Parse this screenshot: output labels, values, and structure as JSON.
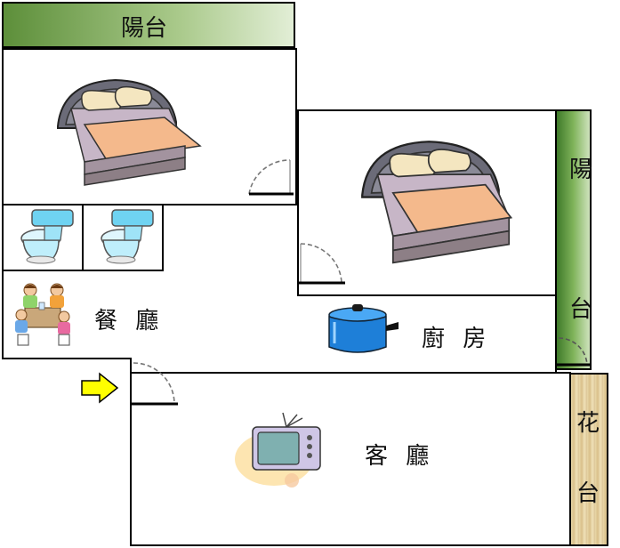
{
  "rooms": {
    "balcony_top": "陽台",
    "balcony_right_1": "陽",
    "balcony_right_2": "台",
    "dining": "餐 廳",
    "kitchen": "廚 房",
    "living": "客 廳",
    "flower_bed_1": "花",
    "flower_bed_2": "台"
  },
  "colors": {
    "balcony": "#6a9a45",
    "flower_bed": "#e3cf9c",
    "arrow": "#ffff00",
    "bed_sheet": "#f4b98c",
    "bed_frame": "#5a5a66",
    "pot": "#1e7fd8"
  },
  "icons": [
    "bed-icon",
    "toilet-icon",
    "family-dining-icon",
    "cooking-pot-icon",
    "television-icon",
    "entrance-arrow-icon",
    "door-swing-icon"
  ]
}
